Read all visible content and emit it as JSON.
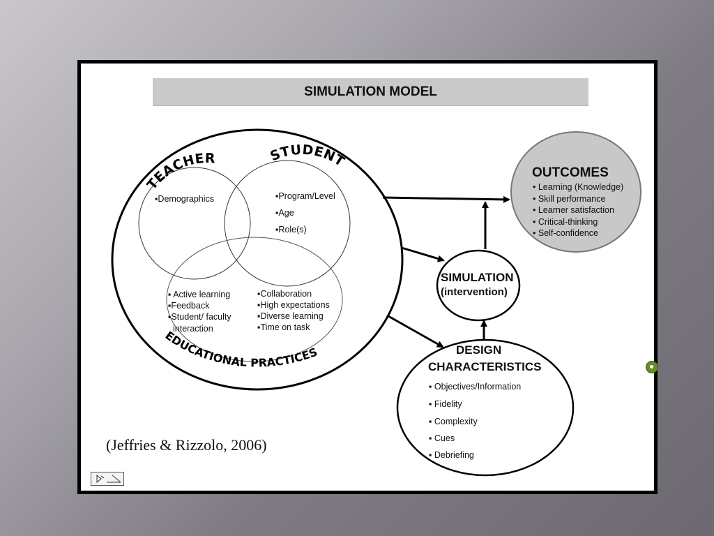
{
  "slide": {
    "title": "SIMULATION MODEL",
    "citation": "(Jeffries & Rizzolo, 2006)"
  },
  "venn": {
    "teacher_label": "TEACHER",
    "student_label": "STUDENT",
    "practices_label": "EDUCATIONAL PRACTICES",
    "teacher_items": [
      "▪Demographics"
    ],
    "student_items": [
      "▪Program/Level",
      "▪Age",
      "▪Role(s)"
    ],
    "practices_left": [
      "▪ Active learning",
      "▪Feedback",
      "▪Student/ faculty",
      "interaction"
    ],
    "practices_right": [
      "▪Collaboration",
      "▪High expectations",
      "▪Diverse learning",
      "▪Time on task"
    ]
  },
  "outcomes": {
    "title": "OUTCOMES",
    "items": [
      "• Learning (Knowledge)",
      "• Skill performance",
      "• Learner satisfaction",
      "• Critical-thinking",
      "• Self-confidence"
    ]
  },
  "simulation": {
    "line1": "SIMULATION",
    "line2": "(intervention)"
  },
  "design": {
    "title_line1": "DESIGN",
    "title_line2": "CHARACTERISTICS",
    "items": [
      "▪ Objectives/Information",
      "▪ Fidelity",
      "▪ Complexity",
      "▪ Cues",
      "▪ Debriefing"
    ]
  },
  "colors": {
    "background": "#8a888e",
    "outcomes_fill": "#c8c8c8",
    "title_bar": "#c9c9c9"
  }
}
